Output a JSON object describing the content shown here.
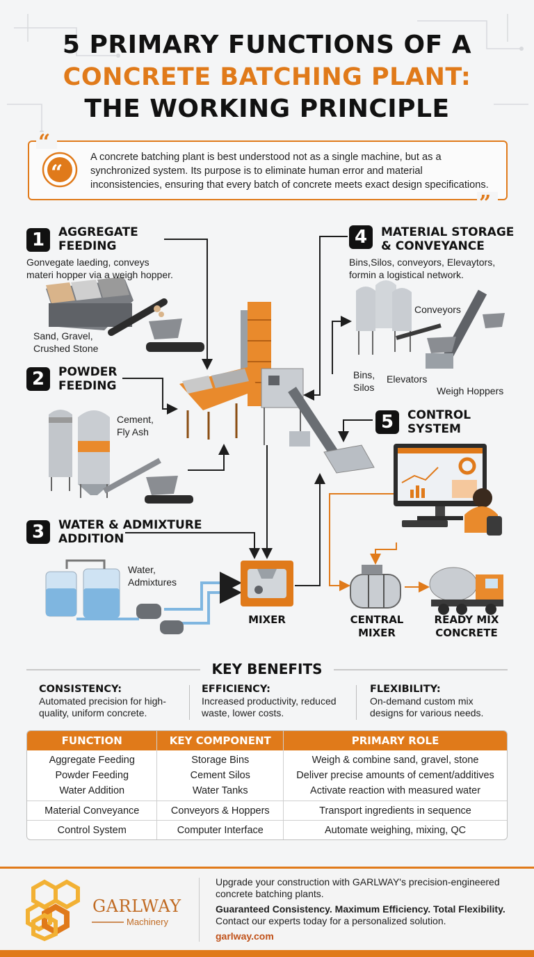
{
  "title": {
    "line1": "5 PRIMARY FUNCTIONS OF A",
    "line2": "CONCRETE BATCHING PLANT:",
    "line3": "THE WORKING PRINCIPLE"
  },
  "intro_quote": "A concrete batching plant is best understood not as a single machine, but as a synchronized system. Its purpose is to eliminate human error and material inconsistencies, ensuring that every batch of concrete meets exact design specifications.",
  "steps": [
    {
      "number": "1",
      "title_l1": "AGGREGATE",
      "title_l2": "FEEDING",
      "desc_l1": "Gonvegate laeding, conveys",
      "desc_l2": "materi hopper via a weigh hopper.",
      "label_l1": "Sand, Gravel,",
      "label_l2": "Crushed Stone"
    },
    {
      "number": "2",
      "title_l1": "POWDER",
      "title_l2": "FEEDING",
      "label_l1": "Cement,",
      "label_l2": "Fly Ash"
    },
    {
      "number": "3",
      "title_l1": "WATER & ADMIXTURE",
      "title_l2": "ADDITION",
      "label_l1": "Water,",
      "label_l2": "Admixtures"
    },
    {
      "number": "4",
      "title_l1": "MATERIAL STORAGE",
      "title_l2": "& CONVEYANCE",
      "desc_l1": "Bins,Silos, conveyors, Elevaytors,",
      "desc_l2": "formin a logistical network.",
      "label_conveyors": "Conveyors",
      "label_bins_l1": "Bins,",
      "label_bins_l2": "Silos",
      "label_elevators": "Elevators",
      "label_weigh": "Weigh Hoppers"
    },
    {
      "number": "5",
      "title_l1": "CONTROL",
      "title_l2": "SYSTEM"
    }
  ],
  "mixer_label": "MIXER",
  "central_mixer": {
    "l1": "CENTRAL",
    "l2": "MIXER"
  },
  "ready_mix": {
    "l1": "READY MIX",
    "l2": "CONCRETE"
  },
  "key_benefits": {
    "title": "KEY BENEFITS",
    "items": [
      {
        "heading": "CONSISTENCY:",
        "d1": "Automated precision for high-",
        "d2": "quality, uniform concrete."
      },
      {
        "heading": "EFFICIENCY:",
        "d1": "Increased productivity, reduced",
        "d2": "waste, lower costs."
      },
      {
        "heading": "FLEXIBILITY:",
        "d1": "On-demand custom mix",
        "d2": "designs for various needs."
      }
    ]
  },
  "table": {
    "headers": [
      "FUNCTION",
      "KEY COMPONENT",
      "PRIMARY ROLE"
    ],
    "rows": [
      [
        "Aggregate Feeding",
        "Storage Bins",
        "Weigh & combine sand, gravel, stone"
      ],
      [
        "Powder Feeding",
        "Cement Silos",
        "Deliver precise amounts of cement/additives"
      ],
      [
        "Water Addition",
        "Water Tanks",
        "Activate reaction with measured water"
      ],
      [
        "Material Conveyance",
        "Conveyors & Hoppers",
        "Transport ingredients in sequence"
      ],
      [
        "Control System",
        "Computer Interface",
        "Automate weighing, mixing, QC"
      ]
    ]
  },
  "footer": {
    "brand": "GARLWAY",
    "brand_sub": "Machinery",
    "line1": "Upgrade your construction with GARLWAY's precision-engineered",
    "line2": "concrete batching plants.",
    "tagline": "Guaranteed Consistency. Maximum Efficiency. Total Flexibility.",
    "cta": "Contact our experts today for a personalized solution.",
    "website": "garlway.com"
  },
  "colors": {
    "accent": "#e07a1a",
    "dark": "#111111",
    "water": "#7fb6e0",
    "steel": "#b9bec4"
  }
}
